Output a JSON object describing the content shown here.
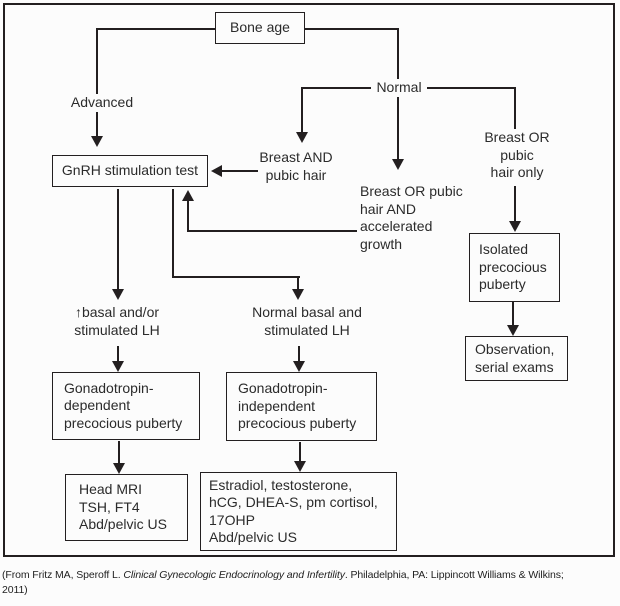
{
  "diagram": {
    "nodes": {
      "bone_age": "Bone age",
      "gnrh_test": "GnRH stimulation test",
      "isolated": "Isolated\nprecocious\npuberty",
      "observation": "Observation,\nserial exams",
      "gonadotropin_dependent": "Gonadotropin-\ndependent\nprecocious puberty",
      "gonadotropin_independent": "Gonadotropin-\nindependent\nprecocious puberty",
      "head_mri_workup": "Head MRI\nTSH, FT4\nAbd/pelvic US",
      "hormone_workup": "Estradiol, testosterone,\nhCG, DHEA-S, pm cortisol,\n17OHP\nAbd/pelvic US"
    },
    "labels": {
      "advanced": "Advanced",
      "normal": "Normal",
      "breast_and_pubic": "Breast AND\npubic hair",
      "breast_or_pubic_accel": "Breast OR pubic\nhair AND\naccelerated\ngrowth",
      "breast_or_pubic_only": "Breast OR\npubic\nhair only",
      "elevated_lh": "↑basal and/or\nstimulated LH",
      "normal_lh": "Normal basal and\nstimulated LH"
    },
    "colors": {
      "line": "#231f20",
      "text": "#2b2b2b",
      "background": "#fcfcfc"
    }
  },
  "caption": {
    "prefix": "(From Fritz MA, Speroff L. ",
    "book_title": "Clinical Gynecologic Endocrinology and Infertility",
    "suffix": ". Philadelphia, PA: Lippincott Williams & Wilkins;",
    "line2": "2011)"
  }
}
